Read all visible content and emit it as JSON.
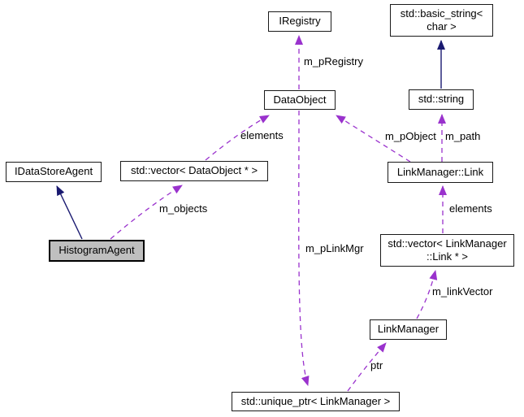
{
  "diagram": {
    "type": "class-collaboration-graph",
    "colors": {
      "background": "#ffffff",
      "usage_edge": "#9a32cd",
      "inheritance_edge": "#191970",
      "node_border": "#1a1a1a",
      "node_fill": "#ffffff",
      "highlight_fill": "#bfbfbf",
      "text": "#000000"
    },
    "nodes": {
      "iregistry": {
        "label": "IRegistry"
      },
      "basic_string": {
        "label": "std::basic_string<\nchar >"
      },
      "dataobject": {
        "label": "DataObject"
      },
      "stdstring": {
        "label": "std::string"
      },
      "idatastoreagent": {
        "label": "IDataStoreAgent"
      },
      "vector_dataobject": {
        "label": "std::vector< DataObject * >"
      },
      "linkmanager_link": {
        "label": "LinkManager::Link"
      },
      "histogramagent": {
        "label": "HistogramAgent"
      },
      "vector_link": {
        "label": "std::vector< LinkManager\n::Link * >"
      },
      "linkmanager": {
        "label": "LinkManager"
      },
      "unique_ptr": {
        "label": "std::unique_ptr< LinkManager >"
      }
    },
    "edge_labels": {
      "m_pRegistry": "m_pRegistry",
      "elements_left": "elements",
      "m_pObject": "m_pObject",
      "m_path": "m_path",
      "m_objects": "m_objects",
      "elements_right": "elements",
      "m_linkVector": "m_linkVector",
      "m_pLinkMgr": "m_pLinkMgr",
      "ptr": "ptr"
    },
    "edges": [
      {
        "from": "DataObject",
        "to": "IRegistry",
        "label": "m_pRegistry",
        "type": "usage"
      },
      {
        "from": "std::string",
        "to": "std::basic_string< char >",
        "label": "",
        "type": "inheritance"
      },
      {
        "from": "LinkManager::Link",
        "to": "std::string",
        "label": "m_path",
        "type": "usage"
      },
      {
        "from": "LinkManager::Link",
        "to": "DataObject",
        "label": "m_pObject",
        "type": "usage"
      },
      {
        "from": "std::vector< DataObject * >",
        "to": "DataObject",
        "label": "elements",
        "type": "usage"
      },
      {
        "from": "HistogramAgent",
        "to": "IDataStoreAgent",
        "label": "",
        "type": "inheritance"
      },
      {
        "from": "HistogramAgent",
        "to": "std::vector< DataObject * >",
        "label": "m_objects",
        "type": "usage"
      },
      {
        "from": "std::vector< LinkManager::Link * >",
        "to": "LinkManager::Link",
        "label": "elements",
        "type": "usage"
      },
      {
        "from": "LinkManager",
        "to": "std::vector< LinkManager::Link * >",
        "label": "m_linkVector",
        "type": "usage"
      },
      {
        "from": "std::unique_ptr< LinkManager >",
        "to": "LinkManager",
        "label": "ptr",
        "type": "usage"
      },
      {
        "from": "DataObject",
        "to": "std::unique_ptr< LinkManager >",
        "label": "m_pLinkMgr",
        "type": "usage"
      }
    ]
  }
}
